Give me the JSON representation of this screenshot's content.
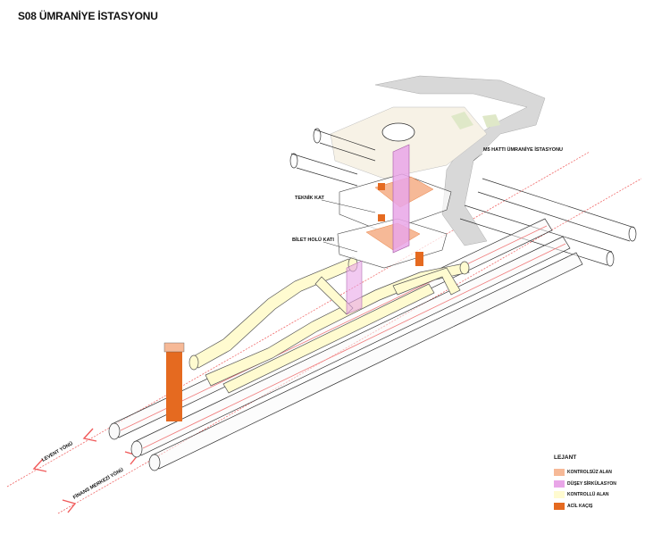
{
  "title": "S08 ÜMRANİYE İSTASYONU",
  "labels": {
    "m5": "M5 HATTI ÜMRANİYE İSTASYONU",
    "teknik": "TEKNİK KAT",
    "bilet": "BİLET HOLÜ KATI",
    "levent": "LEVENT YÖNÜ",
    "finans": "FİNANS MERKEZİ YÖNÜ"
  },
  "legend": {
    "title": "LEJANT",
    "items": [
      {
        "label": "KONTROLSÜZ ALAN",
        "color": "#f6b997"
      },
      {
        "label": "DÜŞEY SİRKÜLASYON",
        "color": "#e9a6e8"
      },
      {
        "label": "KONTROLLÜ ALAN",
        "color": "#fffbd0"
      },
      {
        "label": "ACİL KAÇIŞ",
        "color": "#e56a20"
      }
    ]
  }
}
